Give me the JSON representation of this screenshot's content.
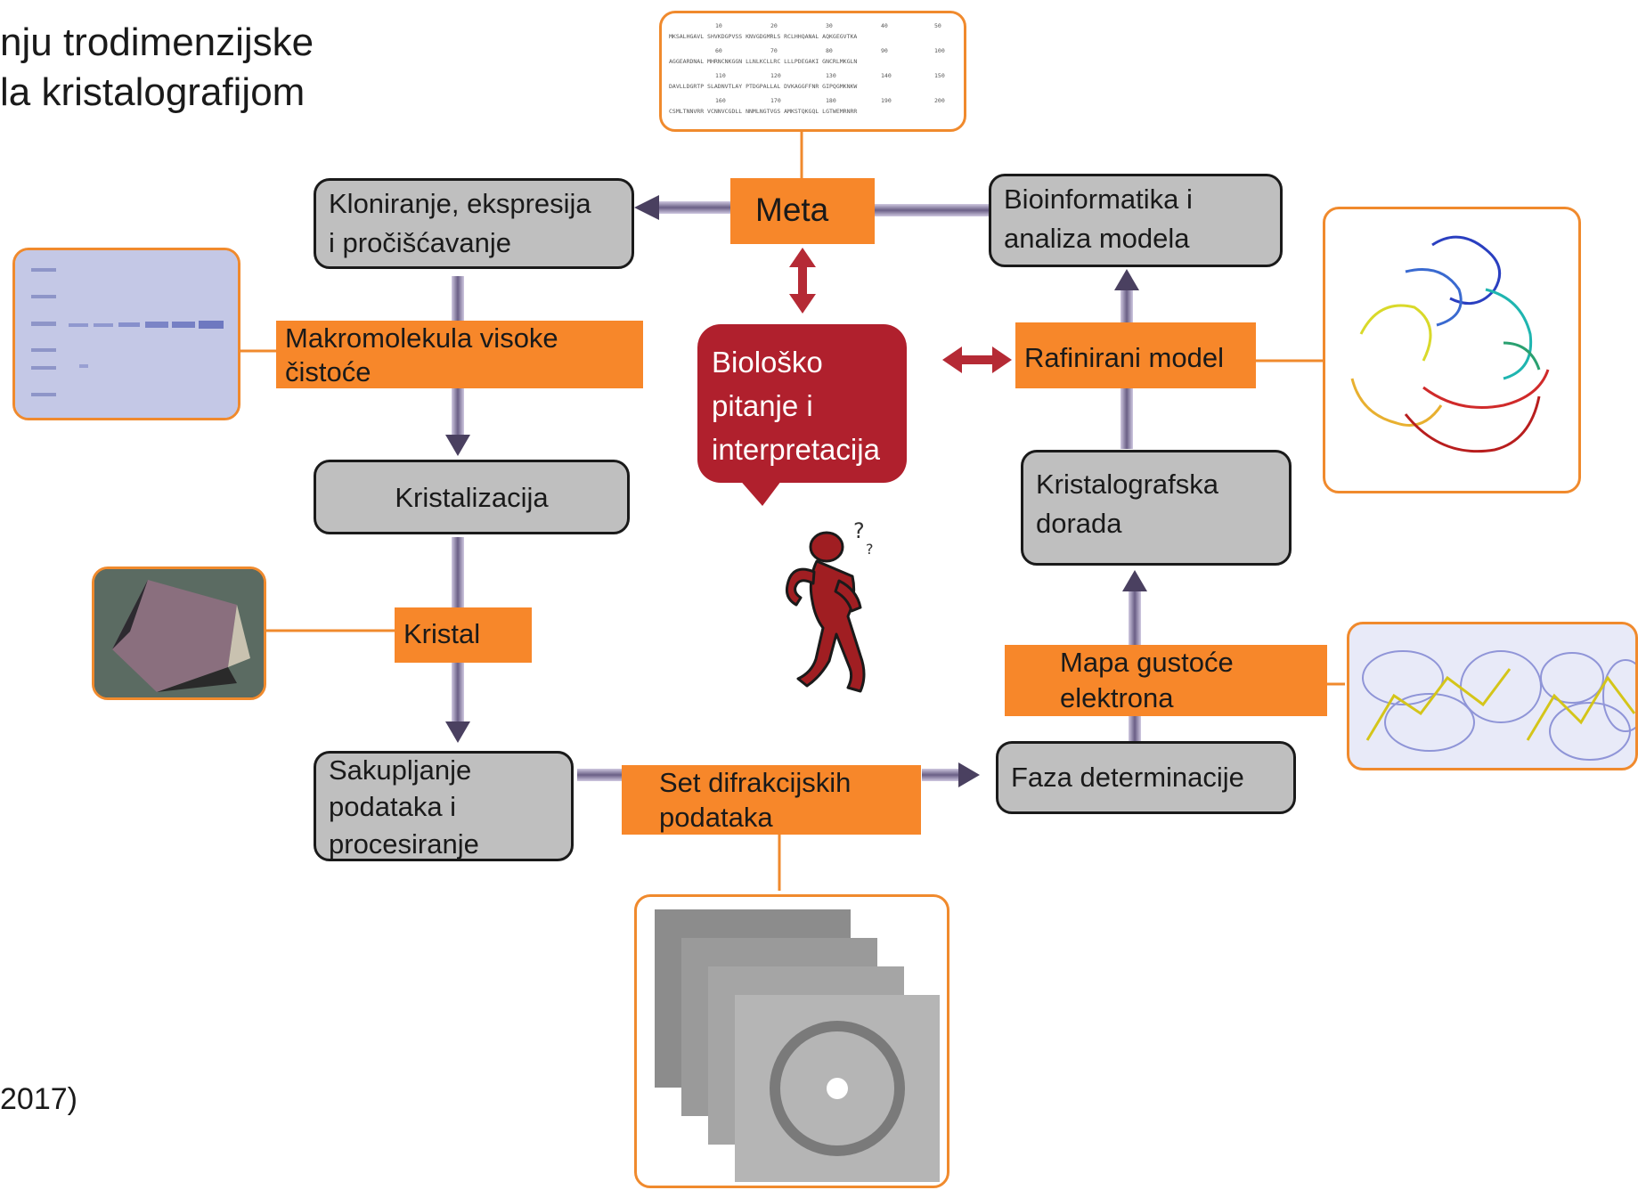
{
  "title_lines": [
    "nju trodimenzijske",
    "la kristalografijom"
  ],
  "footnote": "2017)",
  "boxes": {
    "kloniranje": [
      "Kloniranje, ekspresija",
      "i pročišćavanje"
    ],
    "kristalizacija": "Kristalizacija",
    "sakupljanje": [
      "Sakupljanje",
      "podataka i",
      "procesiranje"
    ],
    "faza": "Faza determinacije",
    "dorada": [
      "Kristalografska",
      "dorada"
    ],
    "bioinformatika": [
      "Bioinformatika i",
      "analiza modela"
    ]
  },
  "labels": {
    "meta": "Meta",
    "makromolekula": [
      "Makromolekula visoke",
      "čistoće"
    ],
    "kristal": "Kristal",
    "set": [
      "Set difrakcijskih",
      "podataka"
    ],
    "mapa": [
      "Mapa gustoće",
      "elektrona"
    ],
    "rafinirani": "Rafinirani model"
  },
  "bubble": [
    "Biološko",
    "pitanje i",
    "interpretacija"
  ],
  "sequence": {
    "numbers": [
      "10",
      "20",
      "30",
      "40",
      "50",
      "60",
      "70",
      "80",
      "90",
      "100",
      "110",
      "120",
      "130",
      "140",
      "150",
      "160",
      "170",
      "180",
      "190",
      "200"
    ],
    "rows": [
      "MKSALHGAVL SHVKDGPVSS KNVGDGMRLS RCLHHQANAL AQKGEGVTKA",
      "AGGEARDNAL MHRNCNKGGN LLNLKCLLRC LLLPDEGAKI GNCRLMKGLN",
      "DAVLLDGRTP SLADNVTLAY PTDGPALLAL DVKAGGFFNR GIPQGMKNKW",
      "CSMLTNNVRR VCNNVCGDLL NNMLNGTVGS AMKSTQKGQL LGTWEMRNRR"
    ]
  },
  "colors": {
    "orange": "#f7872a",
    "grey": "#bfbfbf",
    "bubble": "#b0202d",
    "arrow": "#4a4060"
  }
}
